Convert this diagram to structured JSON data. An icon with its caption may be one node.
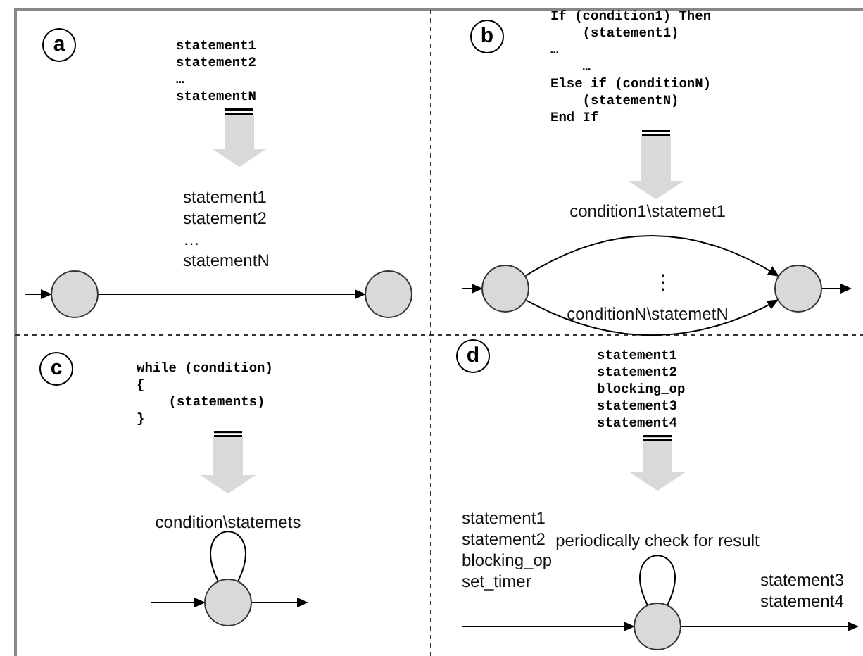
{
  "diagram": {
    "nodes": [
      {
        "text": [
          "a"
        ]
      },
      {
        "text": [
          "statement1",
          "statement2",
          "…",
          "statementN"
        ]
      },
      {
        "text": [],
        "shape": "circle"
      },
      {
        "text": [],
        "shape": "circle"
      },
      {
        "text": [
          "b"
        ]
      },
      {
        "text": [
          "If (condition1) Then",
          "    (statement1)",
          "…",
          "    …",
          "Else if (conditionN)",
          "    (statementN)",
          "End If"
        ]
      },
      {
        "text": [],
        "shape": "circle"
      },
      {
        "text": [],
        "shape": "circle"
      },
      {
        "text": [
          "c"
        ]
      },
      {
        "text": [
          "while (condition)",
          "{",
          "    (statements)",
          "}"
        ]
      },
      {
        "text": [],
        "shape": "circle"
      },
      {
        "text": [
          "d"
        ]
      },
      {
        "text": [
          "statement1",
          "statement2",
          "blocking_op",
          "statement3",
          "statement4"
        ]
      },
      {
        "text": [],
        "shape": "circle"
      }
    ],
    "edges": [
      {
        "from": 1,
        "to": null,
        "arrow": "to",
        "style": "thick",
        "color": "#d9d9d9"
      },
      {
        "from": null,
        "to": 2,
        "arrow": "to"
      },
      {
        "from": 2,
        "to": 3,
        "arrow": "to",
        "label": "statement1 statement2 … statementN"
      },
      {
        "from": 5,
        "to": null,
        "arrow": "to",
        "style": "thick",
        "color": "#d9d9d9"
      },
      {
        "from": null,
        "to": 6,
        "arrow": "to"
      },
      {
        "from": 6,
        "to": 7,
        "arrow": "to",
        "label": "condition1\\statemet1"
      },
      {
        "from": 6,
        "to": 7,
        "arrow": "to",
        "label": "conditionN\\statemetN"
      },
      {
        "from": 7,
        "to": null,
        "arrow": "to"
      },
      {
        "from": 9,
        "to": null,
        "arrow": "to",
        "style": "thick",
        "color": "#d9d9d9"
      },
      {
        "from": null,
        "to": 10,
        "arrow": "to"
      },
      {
        "from": 10,
        "to": 10,
        "arrow": "none",
        "label": "condition\\statemets"
      },
      {
        "from": 10,
        "to": null,
        "arrow": "to"
      },
      {
        "from": 12,
        "to": null,
        "arrow": "to",
        "style": "thick",
        "color": "#d9d9d9"
      },
      {
        "from": null,
        "to": 13,
        "arrow": "to",
        "label": "statement1 statement2 blocking_op set_timer"
      },
      {
        "from": 13,
        "to": 13,
        "arrow": "none",
        "label": "periodically check for result"
      },
      {
        "from": 13,
        "to": null,
        "arrow": "to",
        "label": "statement3 statement4"
      }
    ],
    "labels": [
      "⋮"
    ]
  }
}
